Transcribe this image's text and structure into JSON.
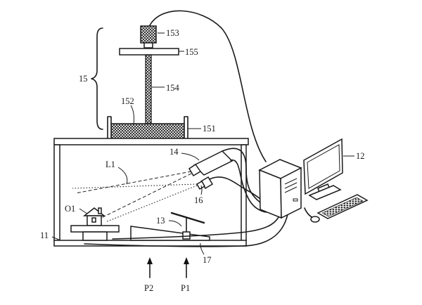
{
  "labels": {
    "l153": "153",
    "l155": "155",
    "l15": "15",
    "l154": "154",
    "l152": "152",
    "l151": "151",
    "l14": "14",
    "l12": "12",
    "lL1": "L1",
    "l16": "16",
    "lO1": "O1",
    "l13": "13",
    "l11": "11",
    "l17": "17",
    "lP2": "P2",
    "lP1": "P1"
  },
  "colors": {
    "line": "#1a1a1a",
    "background": "#ffffff"
  }
}
